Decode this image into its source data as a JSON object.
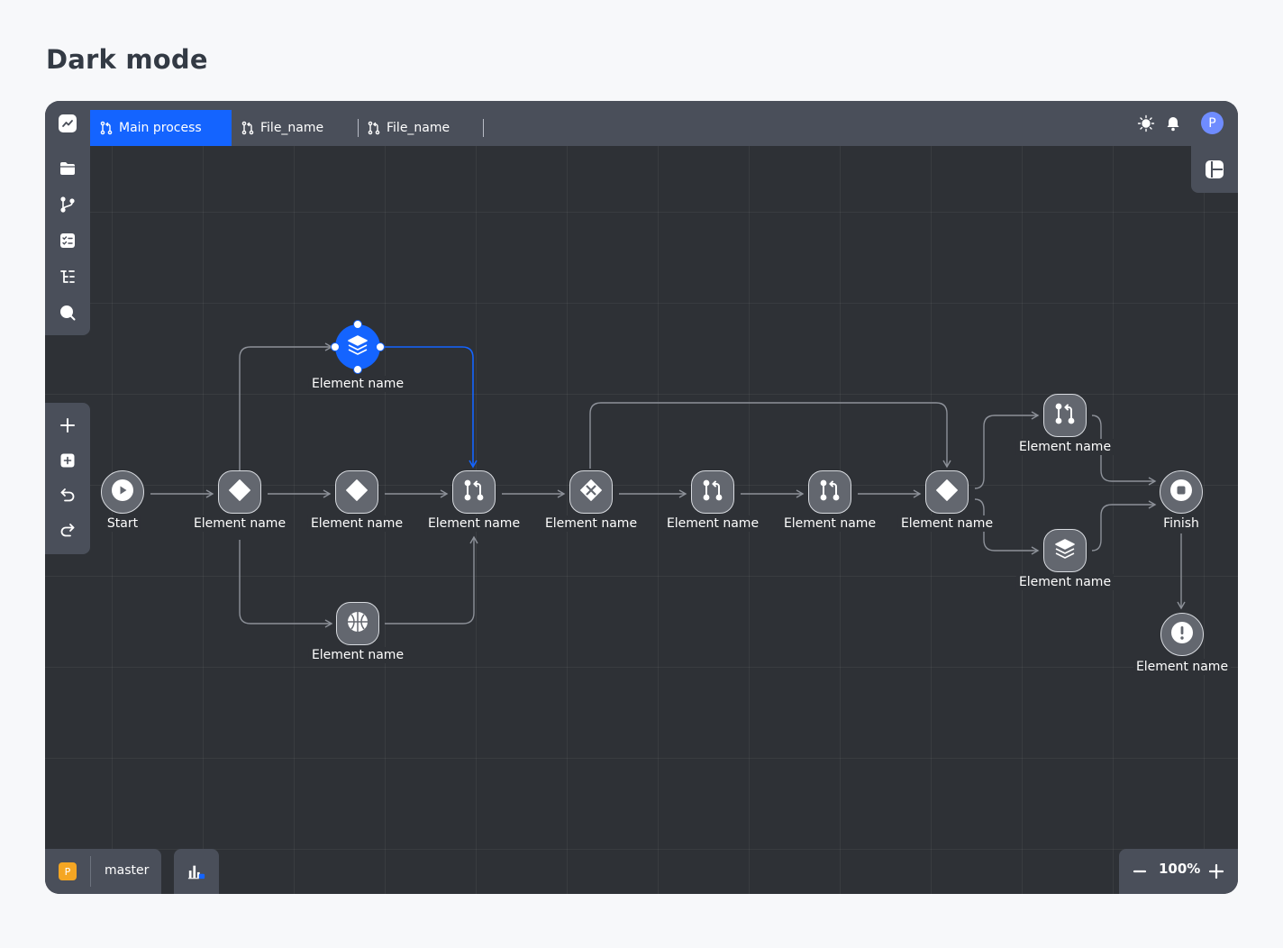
{
  "page": {
    "title": "Dark mode"
  },
  "tabs": [
    {
      "label": "Main process",
      "active": true
    },
    {
      "label": "File_name",
      "active": false
    },
    {
      "label": "File_name",
      "active": false
    }
  ],
  "user": {
    "avatar_initial": "P"
  },
  "bottom": {
    "project_badge": "P",
    "branch": "master",
    "zoom": "100%"
  },
  "nodes": {
    "start": {
      "label": "Start",
      "icon": "play-icon"
    },
    "gateway_1": {
      "label": "Element name",
      "icon": "diamond-icon"
    },
    "service_top": {
      "label": "Element name",
      "icon": "layers-icon"
    },
    "gateway_2": {
      "label": "Element name",
      "icon": "diamond-icon"
    },
    "web_bottom": {
      "label": "Element name",
      "icon": "globe-icon"
    },
    "merge_1": {
      "label": "Element name",
      "icon": "pull-request-icon"
    },
    "parallel": {
      "label": "Element name",
      "icon": "parallel-gateway-icon"
    },
    "merge_2": {
      "label": "Element name",
      "icon": "pull-request-icon"
    },
    "merge_3": {
      "label": "Element name",
      "icon": "pull-request-icon"
    },
    "gateway_3": {
      "label": "Element name",
      "icon": "diamond-icon"
    },
    "merge_upper": {
      "label": "Element name",
      "icon": "pull-request-icon"
    },
    "service_lower": {
      "label": "Element name",
      "icon": "layers-icon"
    },
    "finish": {
      "label": "Finish",
      "icon": "stop-icon"
    },
    "error": {
      "label": "Element name",
      "icon": "exclamation-icon"
    }
  },
  "colors": {
    "accent": "#1464ff",
    "canvas": "#2e3136",
    "toolbar": "#4a4f5a",
    "node": "#63676f",
    "badge": "#f5a623"
  }
}
